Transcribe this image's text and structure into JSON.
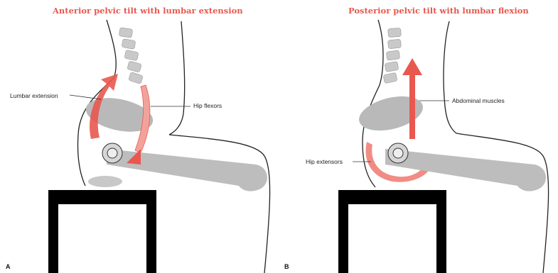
{
  "panels": [
    {
      "letter": "A",
      "title": "Anterior pelvic tilt with lumbar extension",
      "labels": {
        "lumbar": "Lumbar extension",
        "hip": "Hip flexors"
      }
    },
    {
      "letter": "B",
      "title": "Posterior pelvic tilt with lumbar flexion",
      "labels": {
        "abdominal": "Abdominal muscles",
        "hip": "Hip extensors"
      }
    }
  ],
  "colors": {
    "accent": "#e8584f",
    "bone": "#b9b9b9",
    "stool": "#000000"
  }
}
